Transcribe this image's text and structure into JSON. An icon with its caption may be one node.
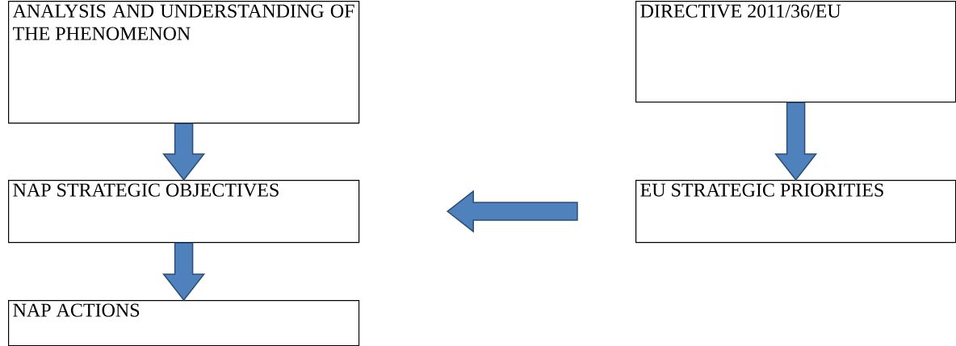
{
  "diagram": {
    "nodes": [
      {
        "text": [
          "ANALYSIS AND UNDERSTANDING OF THE PHENOMENON"
        ]
      },
      {
        "text": [
          "DIRECTIVE 2011/36/EU"
        ]
      },
      {
        "text": [
          "NAP STRATEGIC OBJECTIVES"
        ]
      },
      {
        "text": [
          "EU STRATEGIC PRIORITIES"
        ]
      },
      {
        "text": [
          "NAP ACTIONS"
        ]
      }
    ],
    "edges": [
      {
        "from": 0,
        "to": 2,
        "arrow": "to"
      },
      {
        "from": 1,
        "to": 3,
        "arrow": "to"
      },
      {
        "from": 3,
        "to": 2,
        "arrow": "to"
      },
      {
        "from": 2,
        "to": 4,
        "arrow": "to"
      }
    ]
  }
}
